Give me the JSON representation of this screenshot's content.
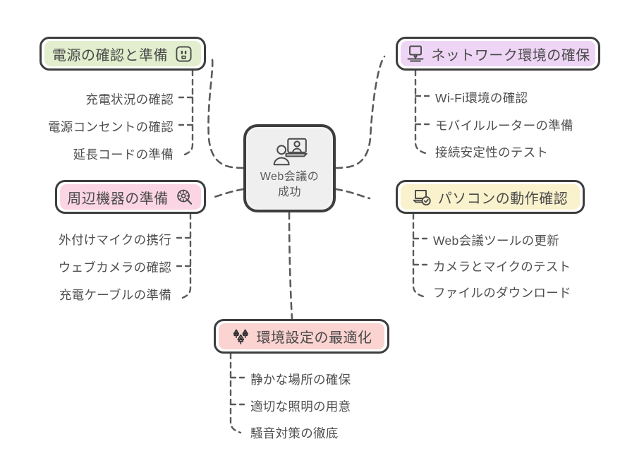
{
  "diagram": {
    "type": "mindmap",
    "center": {
      "label": "Web会議の\n成功",
      "icon": "video-conference-icon",
      "fill": "#f0f0f0",
      "border": "#3d3d3d"
    },
    "branches": [
      {
        "id": "power",
        "label": "電源の確認と準備",
        "icon": "power-outlet-icon",
        "icon_side": "right",
        "highlight": "#e2eecd",
        "side": "left",
        "children": [
          "充電状況の確認",
          "電源コンセントの確認",
          "延長コードの準備"
        ]
      },
      {
        "id": "network",
        "label": "ネットワーク環境の確保",
        "icon": "desktop-computer-icon",
        "icon_side": "left",
        "highlight": "#eed5f5",
        "side": "right",
        "children": [
          "Wi-Fi環境の確認",
          "モバイルルーターの準備",
          "接続安定性のテスト"
        ]
      },
      {
        "id": "peripherals",
        "label": "周辺機器の準備",
        "icon": "gear-magnifier-icon",
        "icon_side": "right",
        "highlight": "#fbd5e3",
        "side": "left",
        "children": [
          "外付けマイクの携行",
          "ウェブカメラの確認",
          "充電ケーブルの準備"
        ]
      },
      {
        "id": "pc-check",
        "label": "パソコンの動作確認",
        "icon": "laptop-check-icon",
        "icon_side": "left",
        "highlight": "#faf2cd",
        "side": "right",
        "children": [
          "Web会議ツールの更新",
          "カメラとマイクのテスト",
          "ファイルのダウンロード"
        ]
      },
      {
        "id": "environment",
        "label": "環境設定の最適化",
        "icon": "trees-icon",
        "icon_side": "left",
        "highlight": "#fbd3d0",
        "side": "bottom",
        "children": [
          "静かな場所の確保",
          "適切な照明の用意",
          "騒音対策の徹底"
        ]
      }
    ]
  },
  "colors": {
    "background": "#ffffff",
    "stroke": "#3d3d3d",
    "text": "#4a4a4a",
    "edge": "#5a5a5a"
  }
}
